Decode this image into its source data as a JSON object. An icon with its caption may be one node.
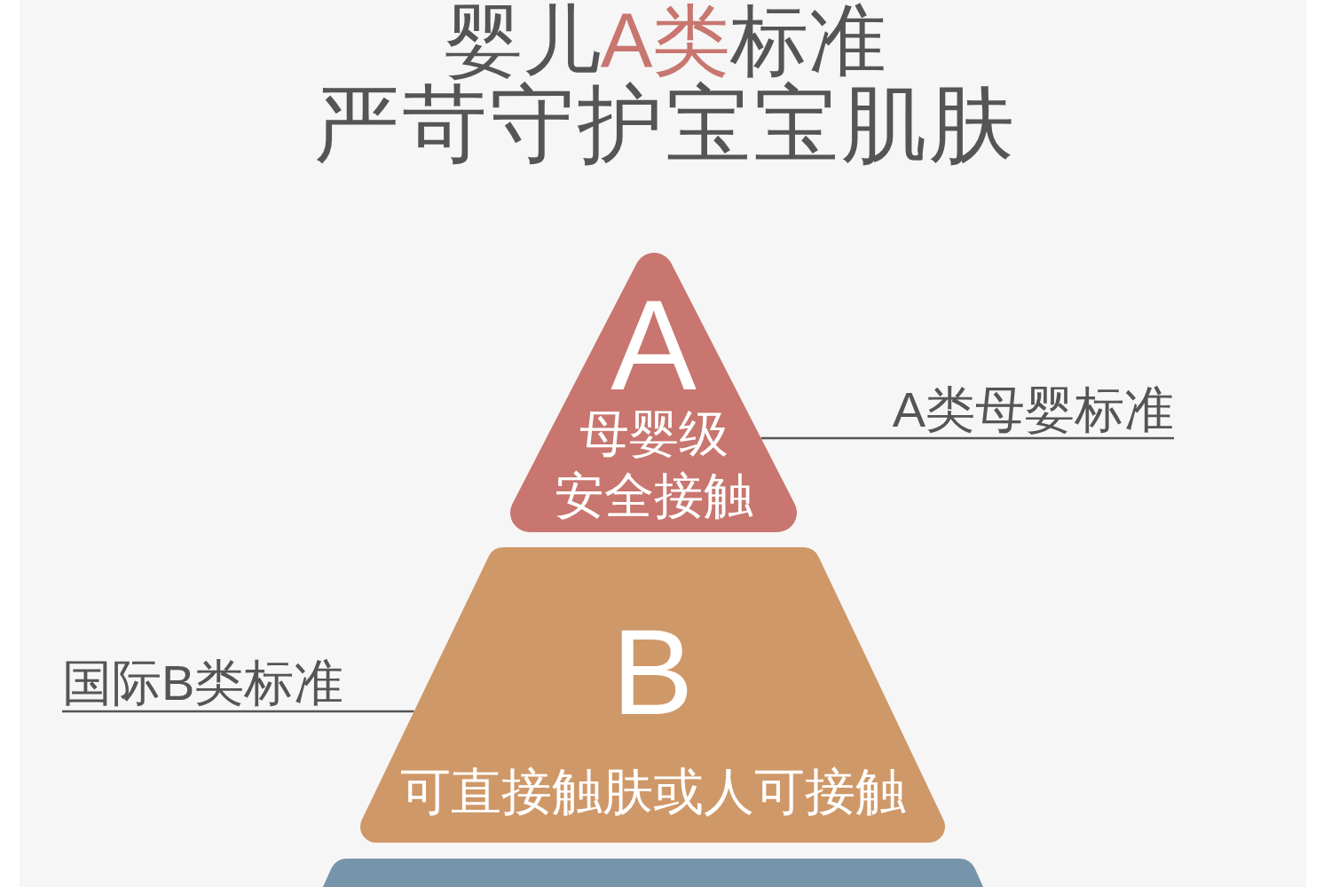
{
  "diagram": {
    "title": "婴儿**A类**标准",
    "nodes": [
      {
        "text": [
          "A",
          "母婴级",
          "安全接触"
        ]
      },
      {
        "text": [
          "A类母婴标准"
        ]
      },
      {
        "text": [
          "B",
          "可直接触肤或人可接触"
        ]
      },
      {
        "text": [
          "国际B类标准"
        ]
      },
      {
        "text": [],
        "shape": "trapezoid"
      }
    ],
    "edges": [
      {
        "from": 1,
        "to": 0,
        "arrow": "none"
      },
      {
        "from": 3,
        "to": 2,
        "arrow": "none"
      }
    ],
    "labels": [
      "严苛守护宝宝肌肤"
    ]
  }
}
